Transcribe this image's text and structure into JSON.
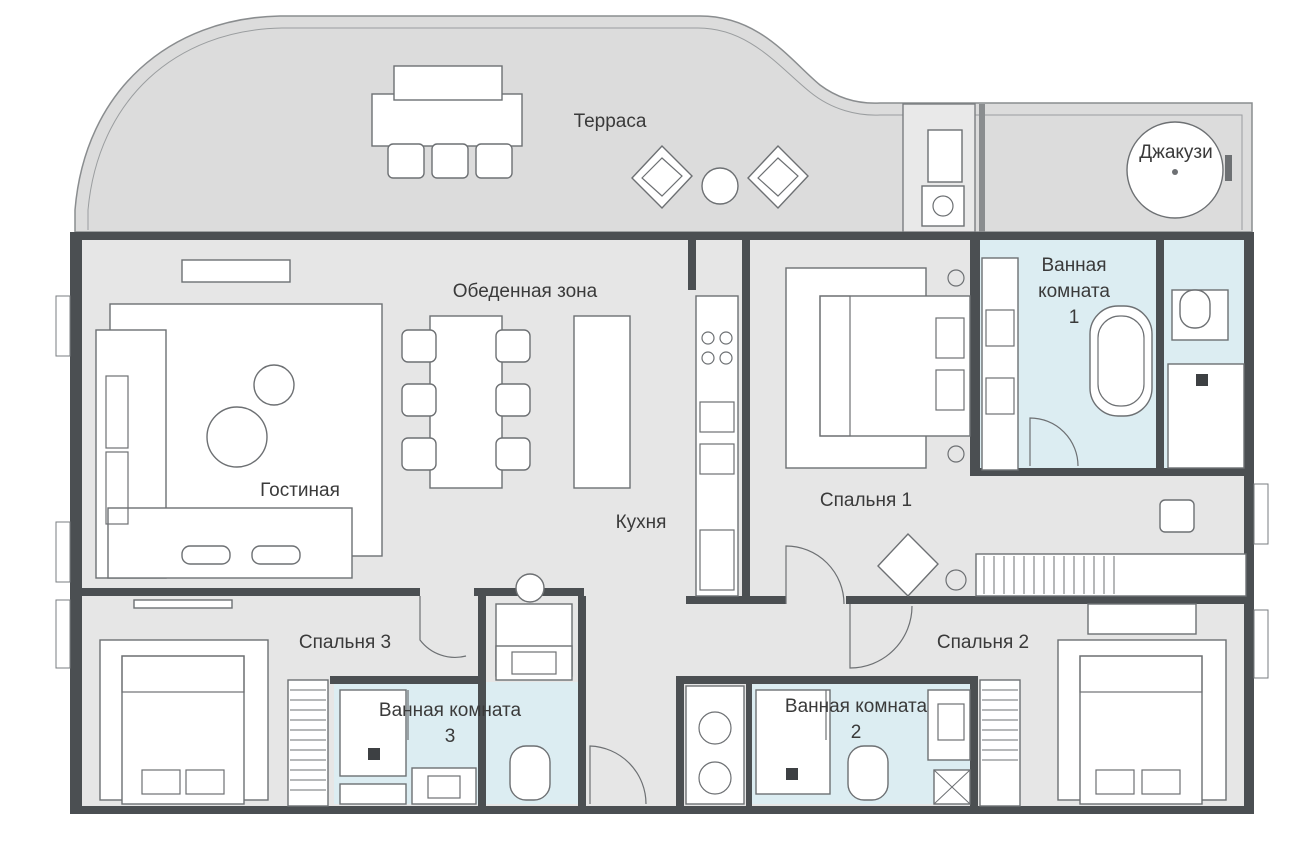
{
  "rooms": {
    "terrace": "Терраса",
    "jacuzzi": "Джакузи",
    "dining": "Обеденная зона",
    "living": "Гостиная",
    "kitchen": "Кухня",
    "bedroom1": "Спальня 1",
    "bath1_line1": "Ванная",
    "bath1_line2": "комната",
    "bath1_line3": "1",
    "bedroom2": "Спальня 2",
    "bath2_line1": "Ванная комната",
    "bath2_line2": "2",
    "bedroom3": "Спальня 3",
    "bath3_line1": "Ванная комната",
    "bath3_line2": "3"
  },
  "colors": {
    "floor": "#e6e6e6",
    "terrace": "#dcdcdc",
    "wet_area": "#dcedf2",
    "wall": "#4b4f52",
    "furniture": "#ffffff",
    "line": "#6d7073"
  }
}
